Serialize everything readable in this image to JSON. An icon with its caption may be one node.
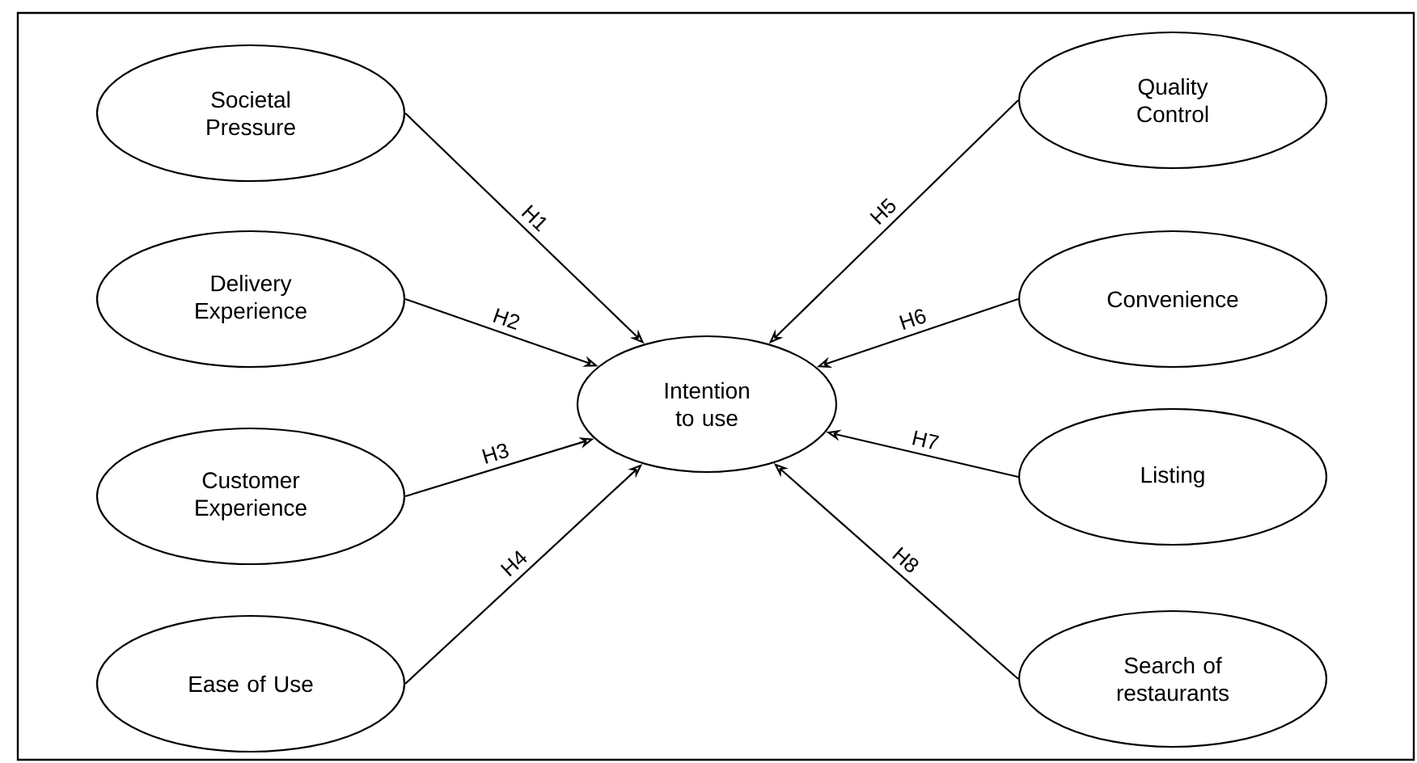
{
  "diagram": {
    "nodes": [
      {
        "text": [
          "Societal Pressure"
        ]
      },
      {
        "text": [
          "Delivery Experience"
        ]
      },
      {
        "text": [
          "Customer Experience"
        ]
      },
      {
        "text": [
          "Ease of Use"
        ]
      },
      {
        "text": [
          "Intention to use"
        ]
      },
      {
        "text": [
          "Quality Control"
        ]
      },
      {
        "text": [
          "Convenience"
        ]
      },
      {
        "text": [
          "Listing"
        ]
      },
      {
        "text": [
          "Search of restaurants"
        ]
      }
    ],
    "edges": [
      {
        "from": 0,
        "to": 4,
        "arrow": "to",
        "label": "H1"
      },
      {
        "from": 1,
        "to": 4,
        "arrow": "to",
        "label": "H2"
      },
      {
        "from": 2,
        "to": 4,
        "arrow": "to",
        "label": "H3"
      },
      {
        "from": 3,
        "to": 4,
        "arrow": "to",
        "label": "H4"
      },
      {
        "from": 5,
        "to": 4,
        "arrow": "to",
        "label": "H5"
      },
      {
        "from": 6,
        "to": 4,
        "arrow": "to",
        "label": "H6"
      },
      {
        "from": 7,
        "to": 4,
        "arrow": "to",
        "label": "H7"
      },
      {
        "from": 8,
        "to": 4,
        "arrow": "to",
        "label": "H8"
      }
    ]
  }
}
